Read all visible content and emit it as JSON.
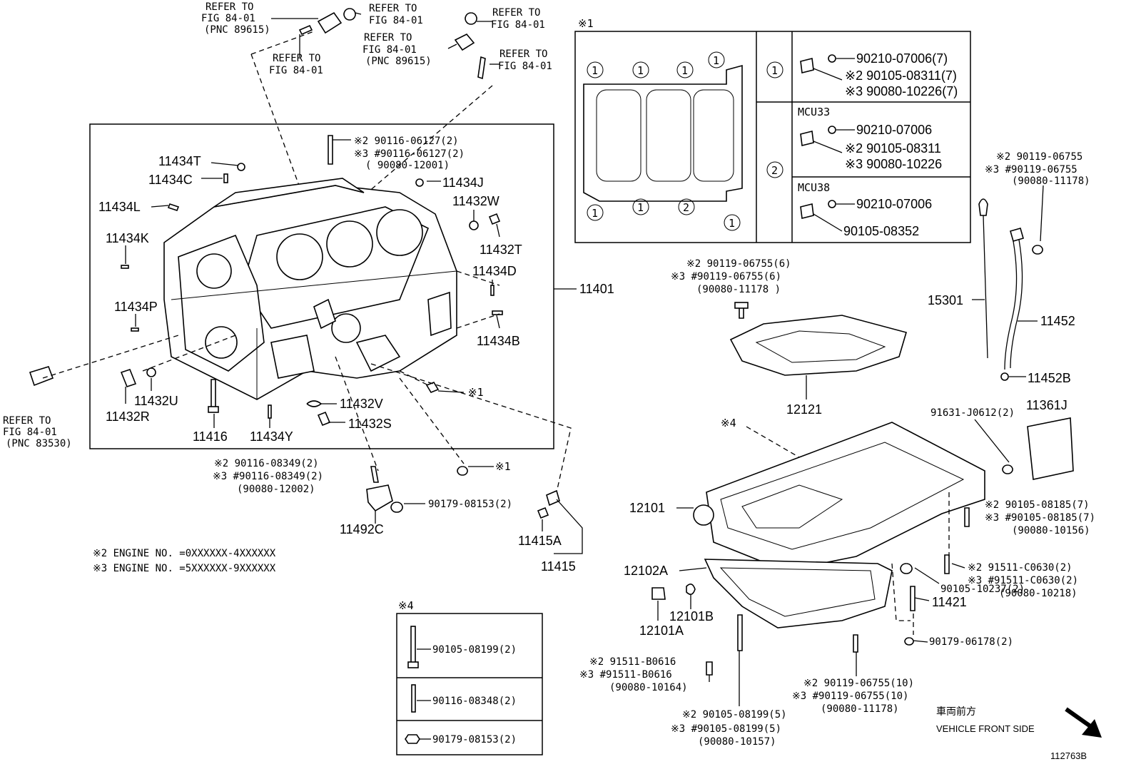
{
  "refs": {
    "r1": [
      "REFER TO",
      "FIG 84-01",
      "(PNC 89615)"
    ],
    "r2": [
      "REFER TO",
      "FIG 84-01"
    ],
    "r3": [
      "REFER TO",
      "FIG 84-01"
    ],
    "r4": [
      "REFER TO",
      "FIG 84-01",
      "(PNC 89615)"
    ],
    "r5": [
      "REFER TO",
      "FIG 84-01"
    ],
    "r6": [
      "REFER TO",
      "FIG 84-01"
    ],
    "r7": [
      "REFER TO",
      "FIG 84-01",
      "(PNC 83530)"
    ]
  },
  "block_parts": {
    "p11434T": "11434T",
    "p11434C": "11434C",
    "p11434L": "11434L",
    "p11434K": "11434K",
    "p11434P": "11434P",
    "p11434J": "11434J",
    "p11432W": "11432W",
    "p11432T": "11432T",
    "p11434D": "11434D",
    "p11434B": "11434B",
    "p11401": "11401",
    "p11432U": "11432U",
    "p11432R": "11432R",
    "p11416": "11416",
    "p11434Y": "11434Y",
    "p11432V": "11432V",
    "p11432S": "11432S",
    "p11492C": "11492C",
    "p11415A": "11415A",
    "p11415": "11415",
    "mark1a": "※1",
    "mark1b": "※1"
  },
  "stud_top": [
    "※2 90116-06127(2)",
    "※3 #90116-06127(2)",
    "( 90080-12001)"
  ],
  "stud_bottom": [
    "※2 90116-08349(2)",
    "※3 #90116-08349(2)",
    "(90080-12002)"
  ],
  "nut_90179": "90179-08153(2)",
  "engine_notes": [
    "※2 ENGINE NO. =0XXXXXX-4XXXXXX",
    "※3 ENGINE NO. =5XXXXXX-9XXXXXX"
  ],
  "table1": {
    "title": "※1",
    "row1": [
      "90210-07006(7)",
      "※2 90105-08311(7)",
      "※3 90080-10226(7)"
    ],
    "row2_mcu33": "MCU33",
    "row2": [
      "90210-07006",
      "※2 90105-08311",
      "※3 90080-10226"
    ],
    "row3_mcu38": "MCU38",
    "row3": [
      "90210-07006",
      "90105-08352"
    ],
    "circle_1": "1",
    "circle_2": "2"
  },
  "table4": {
    "title": "※4",
    "rows": [
      "90105-08199(2)",
      "90116-08348(2)",
      "90179-08153(2)"
    ]
  },
  "pan_parts": {
    "stiff_bolts": [
      "※2 90119-06755(6)",
      "※3 #90119-06755(6)",
      "(90080-11178 )"
    ],
    "p12121": "12121",
    "mark4": "※4",
    "p12101": "12101",
    "p12102A": "12102A",
    "p12101A": "12101A",
    "p12101B": "12101B",
    "b91511B": [
      "※2 91511-B0616",
      "※3 #91511-B0616",
      "(90080-10164)"
    ],
    "b90105_08199": [
      "※2 90105-08199(5)",
      "※3 #90105-08199(5)",
      "(90080-10157)"
    ],
    "b90119_10": [
      "※2 90119-06755(10)",
      "※3 #90119-06755(10)",
      "(90080-11178)"
    ],
    "p91631": "91631-J0612(2)",
    "p11361J": "11361J",
    "b90105_08185": [
      "※2 90105-08185(7)",
      "※3 #90105-08185(7)",
      "(90080-10156)"
    ],
    "b91511C": [
      "※2 91511-C0630(2)",
      "※3 #91511-C0630(2)",
      "(90080-10218)"
    ],
    "p90105_10237": "90105-10237(2)",
    "p11421": "11421",
    "p90179_06178": "90179-06178(2)"
  },
  "dipstick": {
    "bolt": [
      "※2 90119-06755",
      "※3 #90119-06755",
      "(90080-11178)"
    ],
    "p15301": "15301",
    "p11452": "11452",
    "p11452B": "11452B"
  },
  "footer": {
    "jp": "車両前方",
    "en": "VEHICLE FRONT SIDE",
    "fig_id": "112763B"
  }
}
